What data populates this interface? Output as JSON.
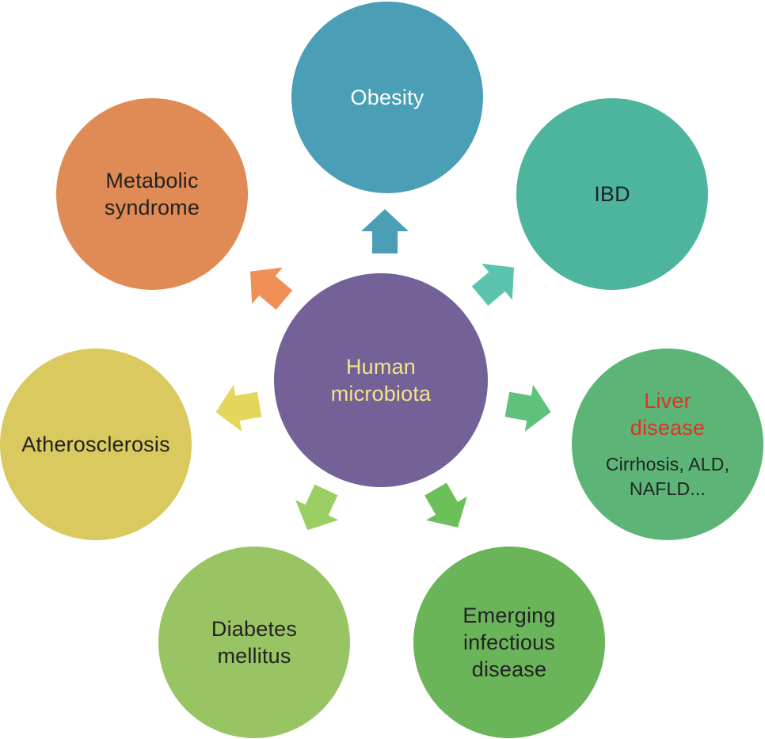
{
  "diagram": {
    "center": {
      "lines": [
        "Human",
        "microbiota"
      ],
      "fill": "#736197",
      "text_color": "#f2e58a"
    },
    "nodes": [
      {
        "id": "obesity",
        "lines": [
          "Obesity"
        ],
        "fill": "#4a9fb6",
        "text_color": "#ffffff",
        "arrow_fill": "#4a9fb6"
      },
      {
        "id": "ibd",
        "lines": [
          "IBD"
        ],
        "fill": "#4db59e",
        "text_color": "#222222",
        "arrow_fill": "#5cc4ae"
      },
      {
        "id": "liver",
        "lines": [
          "Liver",
          "disease"
        ],
        "sub_lines": [
          "Cirrhosis, ALD,",
          "NAFLD..."
        ],
        "fill": "#5cb576",
        "text_color": "#e03127",
        "sub_text_color": "#222222",
        "arrow_fill": "#5fc27c"
      },
      {
        "id": "emerging",
        "lines": [
          "Emerging",
          "infectious",
          "disease"
        ],
        "fill": "#6ab45a",
        "text_color": "#222222",
        "arrow_fill": "#6cc05a"
      },
      {
        "id": "diabetes",
        "lines": [
          "Diabetes",
          "mellitus"
        ],
        "fill": "#99c463",
        "text_color": "#222222",
        "arrow_fill": "#9ccf63"
      },
      {
        "id": "athero",
        "lines": [
          "Atherosclerosis"
        ],
        "fill": "#d9c95e",
        "text_color": "#222222",
        "arrow_fill": "#e4d65c"
      },
      {
        "id": "metabolic",
        "lines": [
          "Metabolic",
          "syndrome"
        ],
        "fill": "#e08a55",
        "text_color": "#222222",
        "arrow_fill": "#ef8f56"
      }
    ]
  }
}
